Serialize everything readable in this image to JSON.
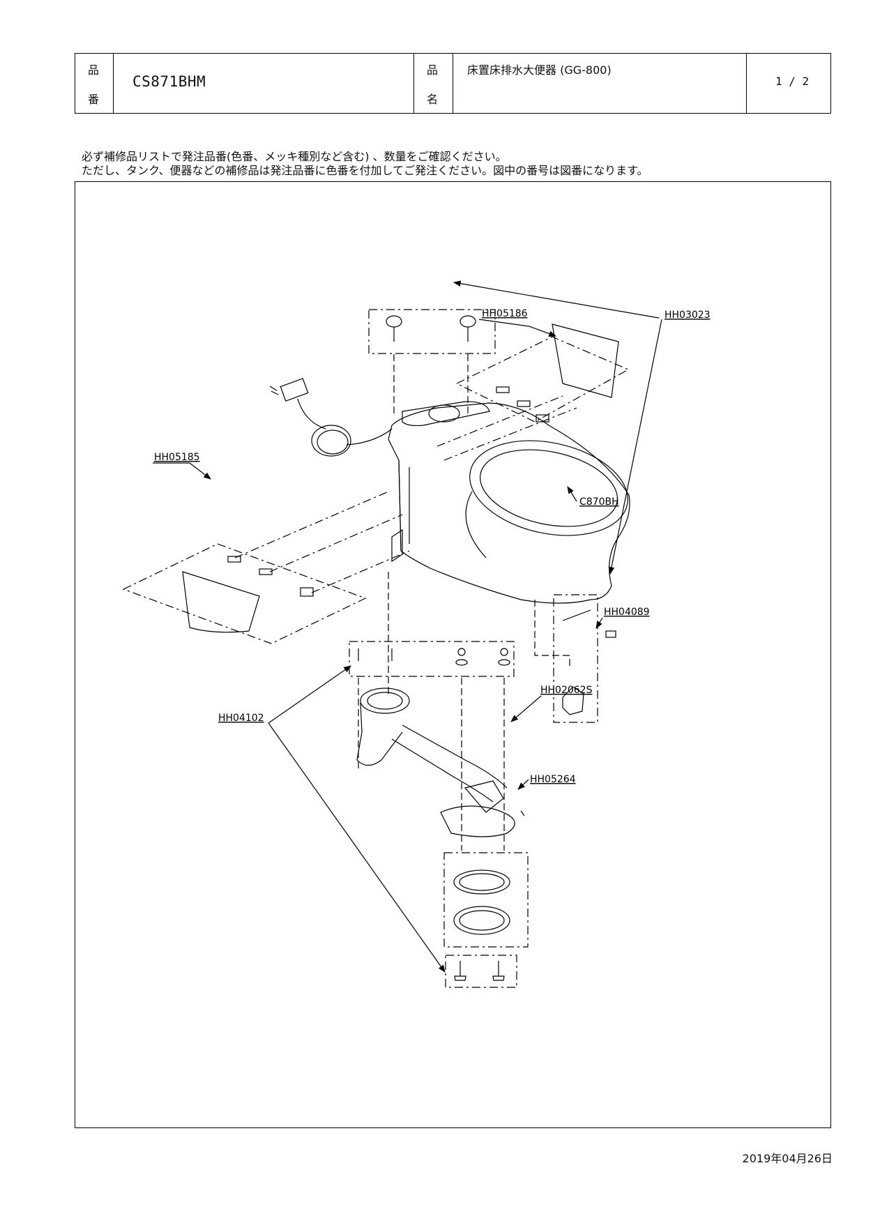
{
  "header": {
    "hinban_label_1": "品",
    "hinban_label_2": "番",
    "product_code": "CS871BHM",
    "hinmei_label_1": "品",
    "hinmei_label_2": "名",
    "product_name": "床置床排水大便器 (GG-800)",
    "page": "1 / 2"
  },
  "notice": {
    "line1": "必ず補修品リストで発注品番(色番、メッキ種別など含む) 、数量をご確認ください。",
    "line2": "ただし、タンク、便器などの補修品は発注品番に色番を付加してご発注ください。図中の番号は図番になります。"
  },
  "parts": {
    "p_hh03023": "HH03023",
    "p_hh05186": "HH05186",
    "p_hh05185": "HH05185",
    "p_c870bh": "C870BH",
    "p_hh04089": "HH04089",
    "p_hh02062s": "HH02062S",
    "p_hh04102": "HH04102",
    "p_hh05264": "HH05264"
  },
  "date": "2019年04月26日"
}
